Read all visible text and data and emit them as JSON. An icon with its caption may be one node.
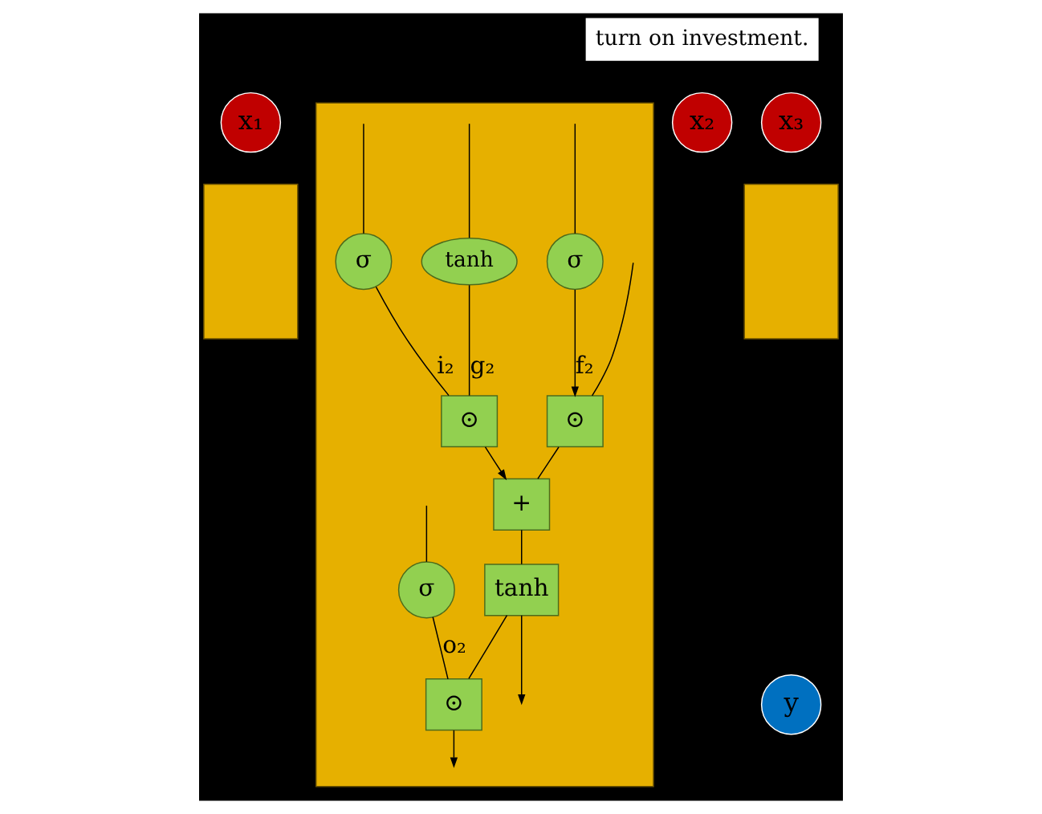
{
  "diagram": {
    "nodes": [
      {
        "text": [
          "x₁"
        ]
      },
      {
        "text": [
          "x₂"
        ]
      },
      {
        "text": [
          "x₃"
        ]
      },
      {
        "text": [],
        "shape": "box"
      },
      {
        "text": [],
        "shape": "box"
      },
      {
        "text": [
          "σ"
        ],
        "in": 4
      },
      {
        "text": [
          "⊙"
        ],
        "in": 4
      },
      {
        "text": [
          "tanh"
        ],
        "in": 4
      },
      {
        "text": [
          "σ"
        ],
        "in": 4
      },
      {
        "text": [
          "⊙"
        ],
        "in": 4
      },
      {
        "text": [
          "+"
        ],
        "in": 4
      },
      {
        "text": [
          "σ"
        ],
        "in": 4
      },
      {
        "text": [
          "⊙"
        ],
        "in": 4
      },
      {
        "text": [
          "tanh"
        ],
        "in": 4
      },
      {
        "text": [],
        "shape": "box"
      },
      {
        "text": [
          "y"
        ]
      }
    ],
    "edges": [
      {
        "from": null,
        "to": 6,
        "arrow": "none"
      },
      {
        "from": null,
        "to": 5,
        "arrow": "none"
      },
      {
        "from": null,
        "to": 7,
        "arrow": "none"
      },
      {
        "from": null,
        "to": 8,
        "arrow": "none"
      },
      {
        "from": null,
        "to": 11,
        "arrow": "none"
      },
      {
        "from": 5,
        "to": 6,
        "arrow": "to",
        "label": "f₂"
      },
      {
        "from": 7,
        "to": 9,
        "arrow": "none",
        "label": "g₂"
      },
      {
        "from": 8,
        "to": 9,
        "arrow": "none",
        "label": "i₂"
      },
      {
        "from": 6,
        "to": 10,
        "arrow": "none"
      },
      {
        "from": 9,
        "to": 10,
        "arrow": "to"
      },
      {
        "from": 10,
        "to": 13,
        "arrow": "none"
      },
      {
        "from": 11,
        "to": 12,
        "arrow": "none",
        "label": "o₂"
      },
      {
        "from": 13,
        "to": 12,
        "arrow": "none"
      },
      {
        "from": 12,
        "to": null,
        "arrow": "to"
      },
      {
        "from": 13,
        "to": null,
        "arrow": "to"
      }
    ],
    "labels": [
      "turn on investment."
    ]
  }
}
